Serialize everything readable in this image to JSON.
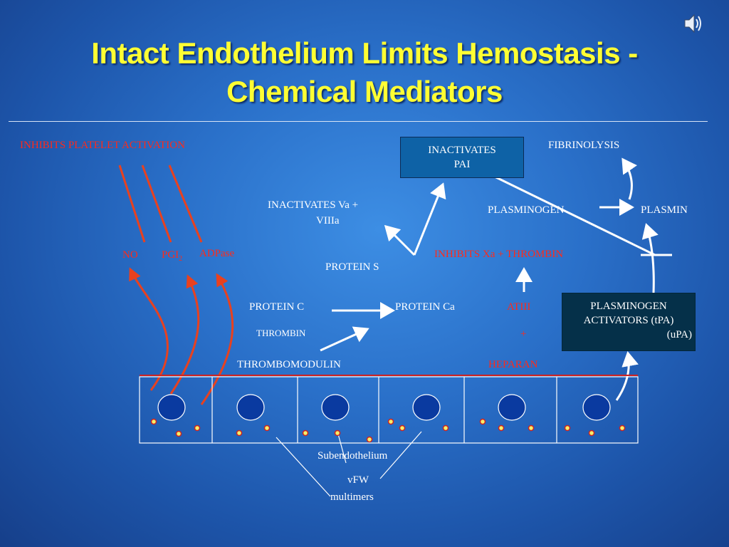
{
  "title": {
    "line1": "Intact Endothelium Limits Hemostasis -",
    "line2": "Chemical Mediators"
  },
  "icons": {
    "audio": "speaker-icon"
  },
  "labels": {
    "inhibits_platelet": "INHIBITS PLATELET ACTIVATION",
    "no": "NO",
    "pgi": "PGI",
    "pgi_sub": "2",
    "adpase": "ADPase",
    "inactivates_va": "INACTIVATES  Va +",
    "viiia": "VIIIa",
    "protein_s": "PROTEIN S",
    "protein_c": "PROTEIN C",
    "protein_ca": "PROTEIN Ca",
    "thrombin": "THROMBIN",
    "thrombomodulin": "THROMBOMODULIN",
    "inhibits_xa": "INHIBITS  Xa + THROMBIN",
    "atiii": "ATIII",
    "plus": "+",
    "heparan": "HEPARAN",
    "fibrinolysis": "FIBRINOLYSIS",
    "plasminogen": "PLASMINOGEN",
    "plasmin": "PLASMIN",
    "subendothelium": "Subendothelium",
    "vfw": "vFW",
    "multimers": "multimers"
  },
  "boxes": {
    "pai": {
      "line1": "INACTIVATES",
      "line2": "PAI"
    },
    "activators": {
      "line1": "PLASMINOGEN",
      "line2": "ACTIVATORS (tPA)",
      "line3": "(uPA)"
    }
  },
  "colors": {
    "title": "#ffff33",
    "red_text": "#ff2a1a",
    "arrow_red": "#e8411f",
    "cell_line": "#ffffff",
    "nucleus": "#0a3aa0",
    "granule": "#f5ef6a",
    "membrane": "#cc2222"
  }
}
